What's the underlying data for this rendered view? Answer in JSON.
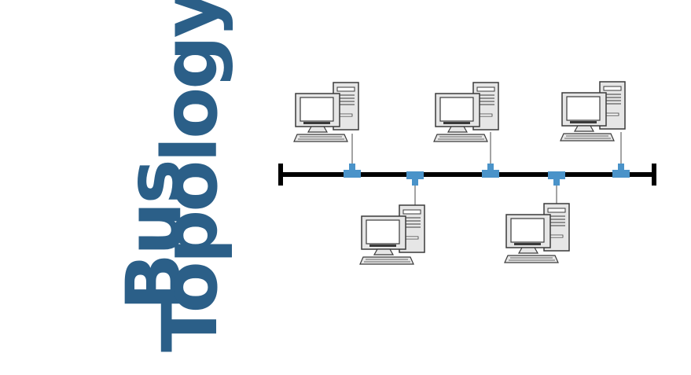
{
  "title": {
    "line1": "Bus",
    "line2": "Topology"
  },
  "colors": {
    "title": "#2b5f88",
    "bus": "#000000",
    "connector": "#4a93c9",
    "computer_outline": "#3a3a3a",
    "computer_fill": "#e6e6e6",
    "screen": "#ffffff"
  },
  "icons": {
    "node": "desktop-computer-icon",
    "tap": "t-connector-icon",
    "terminator": "terminator-icon"
  },
  "nodes": [
    {
      "id": "pc-1",
      "side": "top"
    },
    {
      "id": "pc-2",
      "side": "bottom"
    },
    {
      "id": "pc-3",
      "side": "top"
    },
    {
      "id": "pc-4",
      "side": "bottom"
    },
    {
      "id": "pc-5",
      "side": "top"
    }
  ]
}
